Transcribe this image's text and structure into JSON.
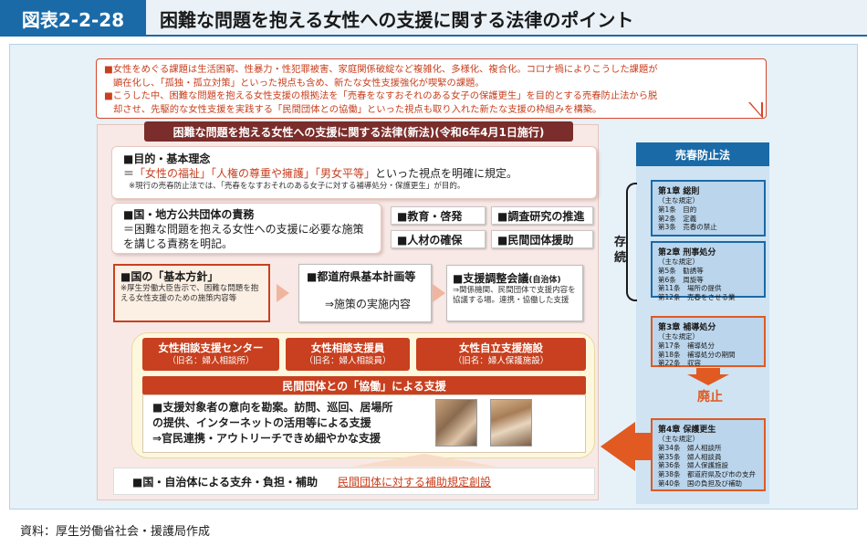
{
  "header": {
    "figure_number": "図表2-2-28",
    "title": "困難な問題を抱える女性への支援に関する法律のポイント"
  },
  "summary": {
    "line1": "■女性をめぐる課題は生活困窮、性暴力・性犯罪被害、家庭関係破綻など複雑化、多様化、複合化。コロナ禍によりこうした課題が",
    "line2": "顕在化し、「孤独・孤立対策」といった視点も含め、新たな女性支援強化が喫緊の課題。",
    "line3": "■こうした中、困難な問題を抱える女性支援の根拠法を「売春をなすおそれのある女子の保護更生」を目的とする売春防止法から脱",
    "line4": "却させ、先駆的な女性支援を実践する「民間団体との協働」といった視点も取り入れた新たな支援の枠組みを構築。"
  },
  "new_law": {
    "title": "困難な問題を抱える女性への支援に関する法律(新法)(令和6年4月1日施行)",
    "purpose_heading": "■目的・基本理念",
    "purpose_prefix": "＝",
    "purpose_red": "「女性の福祉」「人権の尊重や擁護」「男女平等」",
    "purpose_suffix": "といった視点を明確に規定。",
    "purpose_note": "※現行の売春防止法では、「売春をなすおそれのある女子に対する補導処分・保護更生」が目的。",
    "duty_heading": "■国・地方公共団体の責務",
    "duty_text": "＝困難な問題を抱える女性への支援に必要な施策を講じる責務を明記。",
    "tags": [
      "■教育・啓発",
      "■調査研究の推進",
      "■人材の確保",
      "■民間団体援助"
    ],
    "policy_heading": "■国の「基本方針」",
    "policy_note": "※厚生労働大臣告示で、困難な問題を抱える女性支援のための施策内容等",
    "plan_heading": "■都道府県基本計画等",
    "plan_text": "⇒施策の実施内容",
    "council_heading": "■支援調整会議",
    "council_heading_small": "(自治体)",
    "council_text": "⇒関係機関、民間団体で支援内容を協議する場。連携・協働した支援",
    "orgs": [
      {
        "name": "女性相談支援センター",
        "old": "（旧名：婦人相談所）"
      },
      {
        "name": "女性相談支援員",
        "old": "（旧名：婦人相談員）"
      },
      {
        "name": "女性自立支援施設",
        "old": "（旧名：婦人保護施設）"
      }
    ],
    "collab_title": "民間団体との「協働」による支援",
    "collab_line1": "■支援対象者の意向を勘案。訪問、巡回、居場所",
    "collab_line2": "の提供、インターネットの活用等による支援",
    "collab_line3": "⇒官民連携・アウトリーチできめ細やかな支援",
    "fund_left": "■国・自治体による支弁・負担・補助",
    "fund_right": "民間団体に対する補助規定創設"
  },
  "old_law": {
    "title": "売春防止法",
    "exist_label": "存続",
    "abolish_label": "廃止",
    "chapters": [
      {
        "title": "第1章 総則",
        "lines": [
          "（主な規定）",
          "第1条　目的",
          "第2条　定義",
          "第3条　売春の禁止"
        ]
      },
      {
        "title": "第2章 刑事処分",
        "lines": [
          "（主な規定）",
          "第5条　勧誘等",
          "第6条　周旋等",
          "第11条　場所の提供",
          "第12条　売春をさせる業"
        ]
      },
      {
        "title": "第3章 補導処分",
        "lines": [
          "（主な規定）",
          "第17条　補導処分",
          "第18条　補導処分の期間",
          "第22条　収容"
        ]
      },
      {
        "title": "第4章 保護更生",
        "lines": [
          "（主な規定）",
          "第34条　婦人相談所",
          "第35条　婦人相談員",
          "第36条　婦人保護施設",
          "第38条　都道府県及び市の支弁",
          "第40条　国の負担及び補助"
        ]
      }
    ]
  },
  "source": "資料：厚生労働省社会・援護局作成",
  "colors": {
    "brand_blue": "#1a6aa8",
    "accent_red": "#c8401f",
    "orange": "#e05a22",
    "dark_red_title": "#7a2d2a"
  }
}
